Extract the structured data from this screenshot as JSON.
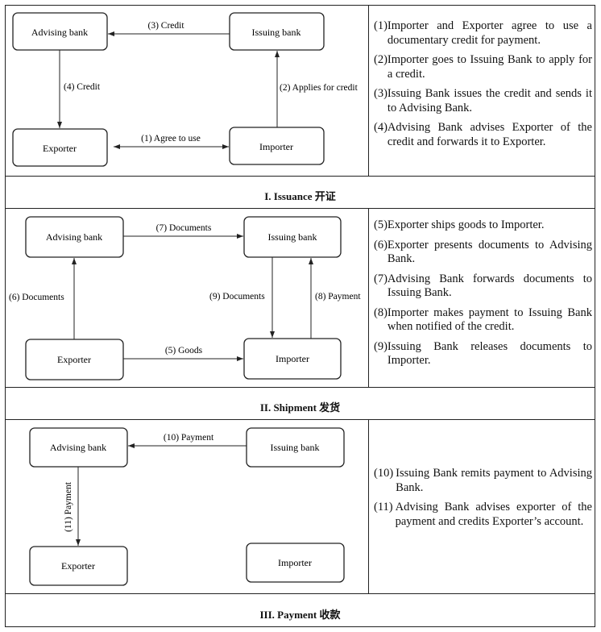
{
  "sections": [
    {
      "caption": "I. Issuance 开证",
      "boxes": {
        "advising": "Advising bank",
        "issuing": "Issuing bank",
        "exporter": "Exporter",
        "importer": "Importer"
      },
      "arrows": {
        "credit_issue": "(3) Credit",
        "credit_advise": "(4) Credit",
        "applies": "(2) Applies for credit",
        "agree": "(1) Agree to use"
      },
      "steps": [
        {
          "num": "(1)",
          "text": "Importer and Exporter agree to use a documentary credit for payment."
        },
        {
          "num": "(2)",
          "text": "Importer goes to Issuing Bank to apply for a credit."
        },
        {
          "num": "(3)",
          "text": "Issuing Bank issues the credit and sends it to Advising Bank."
        },
        {
          "num": "(4)",
          "text": "Advising Bank advises Exporter of the credit and forwards it to Exporter."
        }
      ]
    },
    {
      "caption": "II. Shipment 发货",
      "boxes": {
        "advising": "Advising bank",
        "issuing": "Issuing bank",
        "exporter": "Exporter",
        "importer": "Importer"
      },
      "arrows": {
        "docs_forward": "(7) Documents",
        "docs_present": "(6) Documents",
        "docs_release": "(9) Documents",
        "payment": "(8) Payment",
        "goods": "(5) Goods"
      },
      "steps": [
        {
          "num": "(5)",
          "text": "Exporter ships goods to Importer."
        },
        {
          "num": "(6)",
          "text": "Exporter presents documents to Advising Bank."
        },
        {
          "num": "(7)",
          "text": "Advising Bank forwards documents to Issuing Bank."
        },
        {
          "num": "(8)",
          "text": "Importer makes payment to Issuing Bank when notified of the credit."
        },
        {
          "num": "(9)",
          "text": "Issuing Bank releases documents to Importer."
        }
      ]
    },
    {
      "caption": "III. Payment 收款",
      "boxes": {
        "advising": "Advising bank",
        "issuing": "Issuing bank",
        "exporter": "Exporter",
        "importer": "Importer"
      },
      "arrows": {
        "remit": "(10) Payment",
        "credit_exporter": "(11) Payment"
      },
      "steps": [
        {
          "num": "(10)",
          "text": "Issuing Bank remits payment to Advising Bank."
        },
        {
          "num": "(11)",
          "text": "Advising Bank advises exporter of the payment and credits Exporter’s account."
        }
      ]
    }
  ]
}
